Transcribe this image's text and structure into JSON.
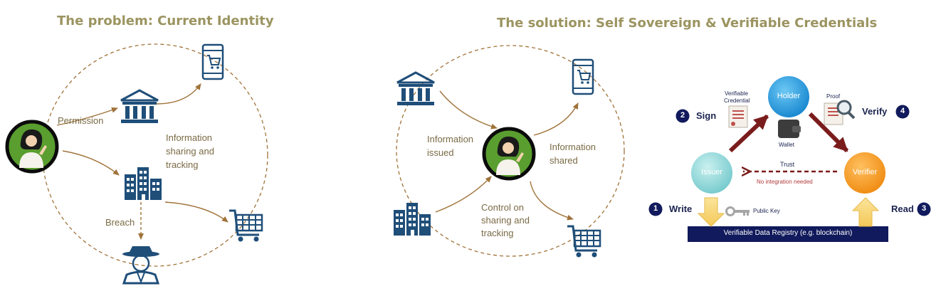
{
  "left_panel": {
    "title": "The problem: Current Identity",
    "labels": {
      "permission": "Permission",
      "info_line1": "Information",
      "info_line2": "sharing and",
      "info_line3": "tracking",
      "breach": "Breach"
    }
  },
  "middle_panel": {
    "labels": {
      "issued_line1": "Information",
      "issued_line2": "issued",
      "shared_line1": "Information",
      "shared_line2": "shared",
      "control_line1": "Control on",
      "control_line2": "sharing and",
      "control_line3": "tracking"
    }
  },
  "right_panel": {
    "title": "The solution: Self Sovereign & Verifiable Credentials",
    "holder": "Holder",
    "issuer": "Issuer",
    "verifier": "Verifier",
    "wallet": "Wallet",
    "vc_line1": "Verifiable",
    "vc_line2": "Credential",
    "proof": "Proof",
    "trust": "Trust",
    "no_integration": "No integration needed",
    "public_key": "Public Key",
    "registry": "Verifiable Data Registry (e.g. blockchain)",
    "steps": [
      {
        "num": "1",
        "label": "Write"
      },
      {
        "num": "2",
        "label": "Sign"
      },
      {
        "num": "3",
        "label": "Read"
      },
      {
        "num": "4",
        "label": "Verify"
      }
    ]
  },
  "colors": {
    "icon_blue": "#1f4e79",
    "title_olive": "#9c9460",
    "arrow_brown": "#a0733a",
    "avatar_green": "#5a9e2f",
    "holder_blue": "#1e9de0",
    "issuer_teal": "#8fd6d8",
    "verifier_orange": "#f39a1e",
    "maroon": "#7b1c1c",
    "navy": "#101a5c"
  },
  "icons": [
    "phone-cart-icon",
    "bank-icon",
    "buildings-icon",
    "shopping-cart-icon",
    "spy-icon",
    "person-avatar-icon",
    "wallet-icon",
    "credential-icon",
    "proof-magnifier-icon",
    "key-icon"
  ]
}
